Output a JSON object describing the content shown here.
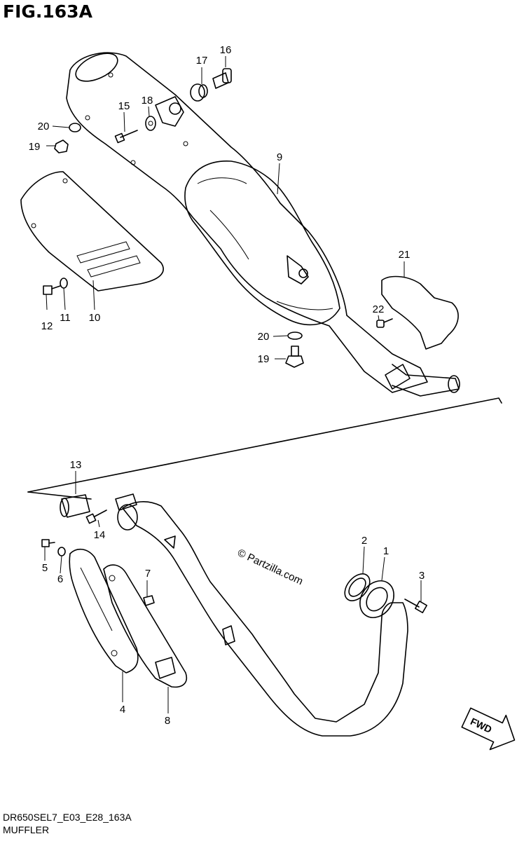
{
  "figure": {
    "title": "FIG.163A",
    "code": "DR650SEL7_E03_E28_163A",
    "caption": "MUFFLER",
    "watermark": "© Partzilla.com",
    "fwd_label": "FWD"
  },
  "callouts": [
    "1",
    "2",
    "3",
    "4",
    "5",
    "6",
    "7",
    "8",
    "9",
    "10",
    "11",
    "12",
    "13",
    "14",
    "15",
    "16",
    "17",
    "18",
    "19",
    "19",
    "20",
    "20",
    "21",
    "22"
  ]
}
